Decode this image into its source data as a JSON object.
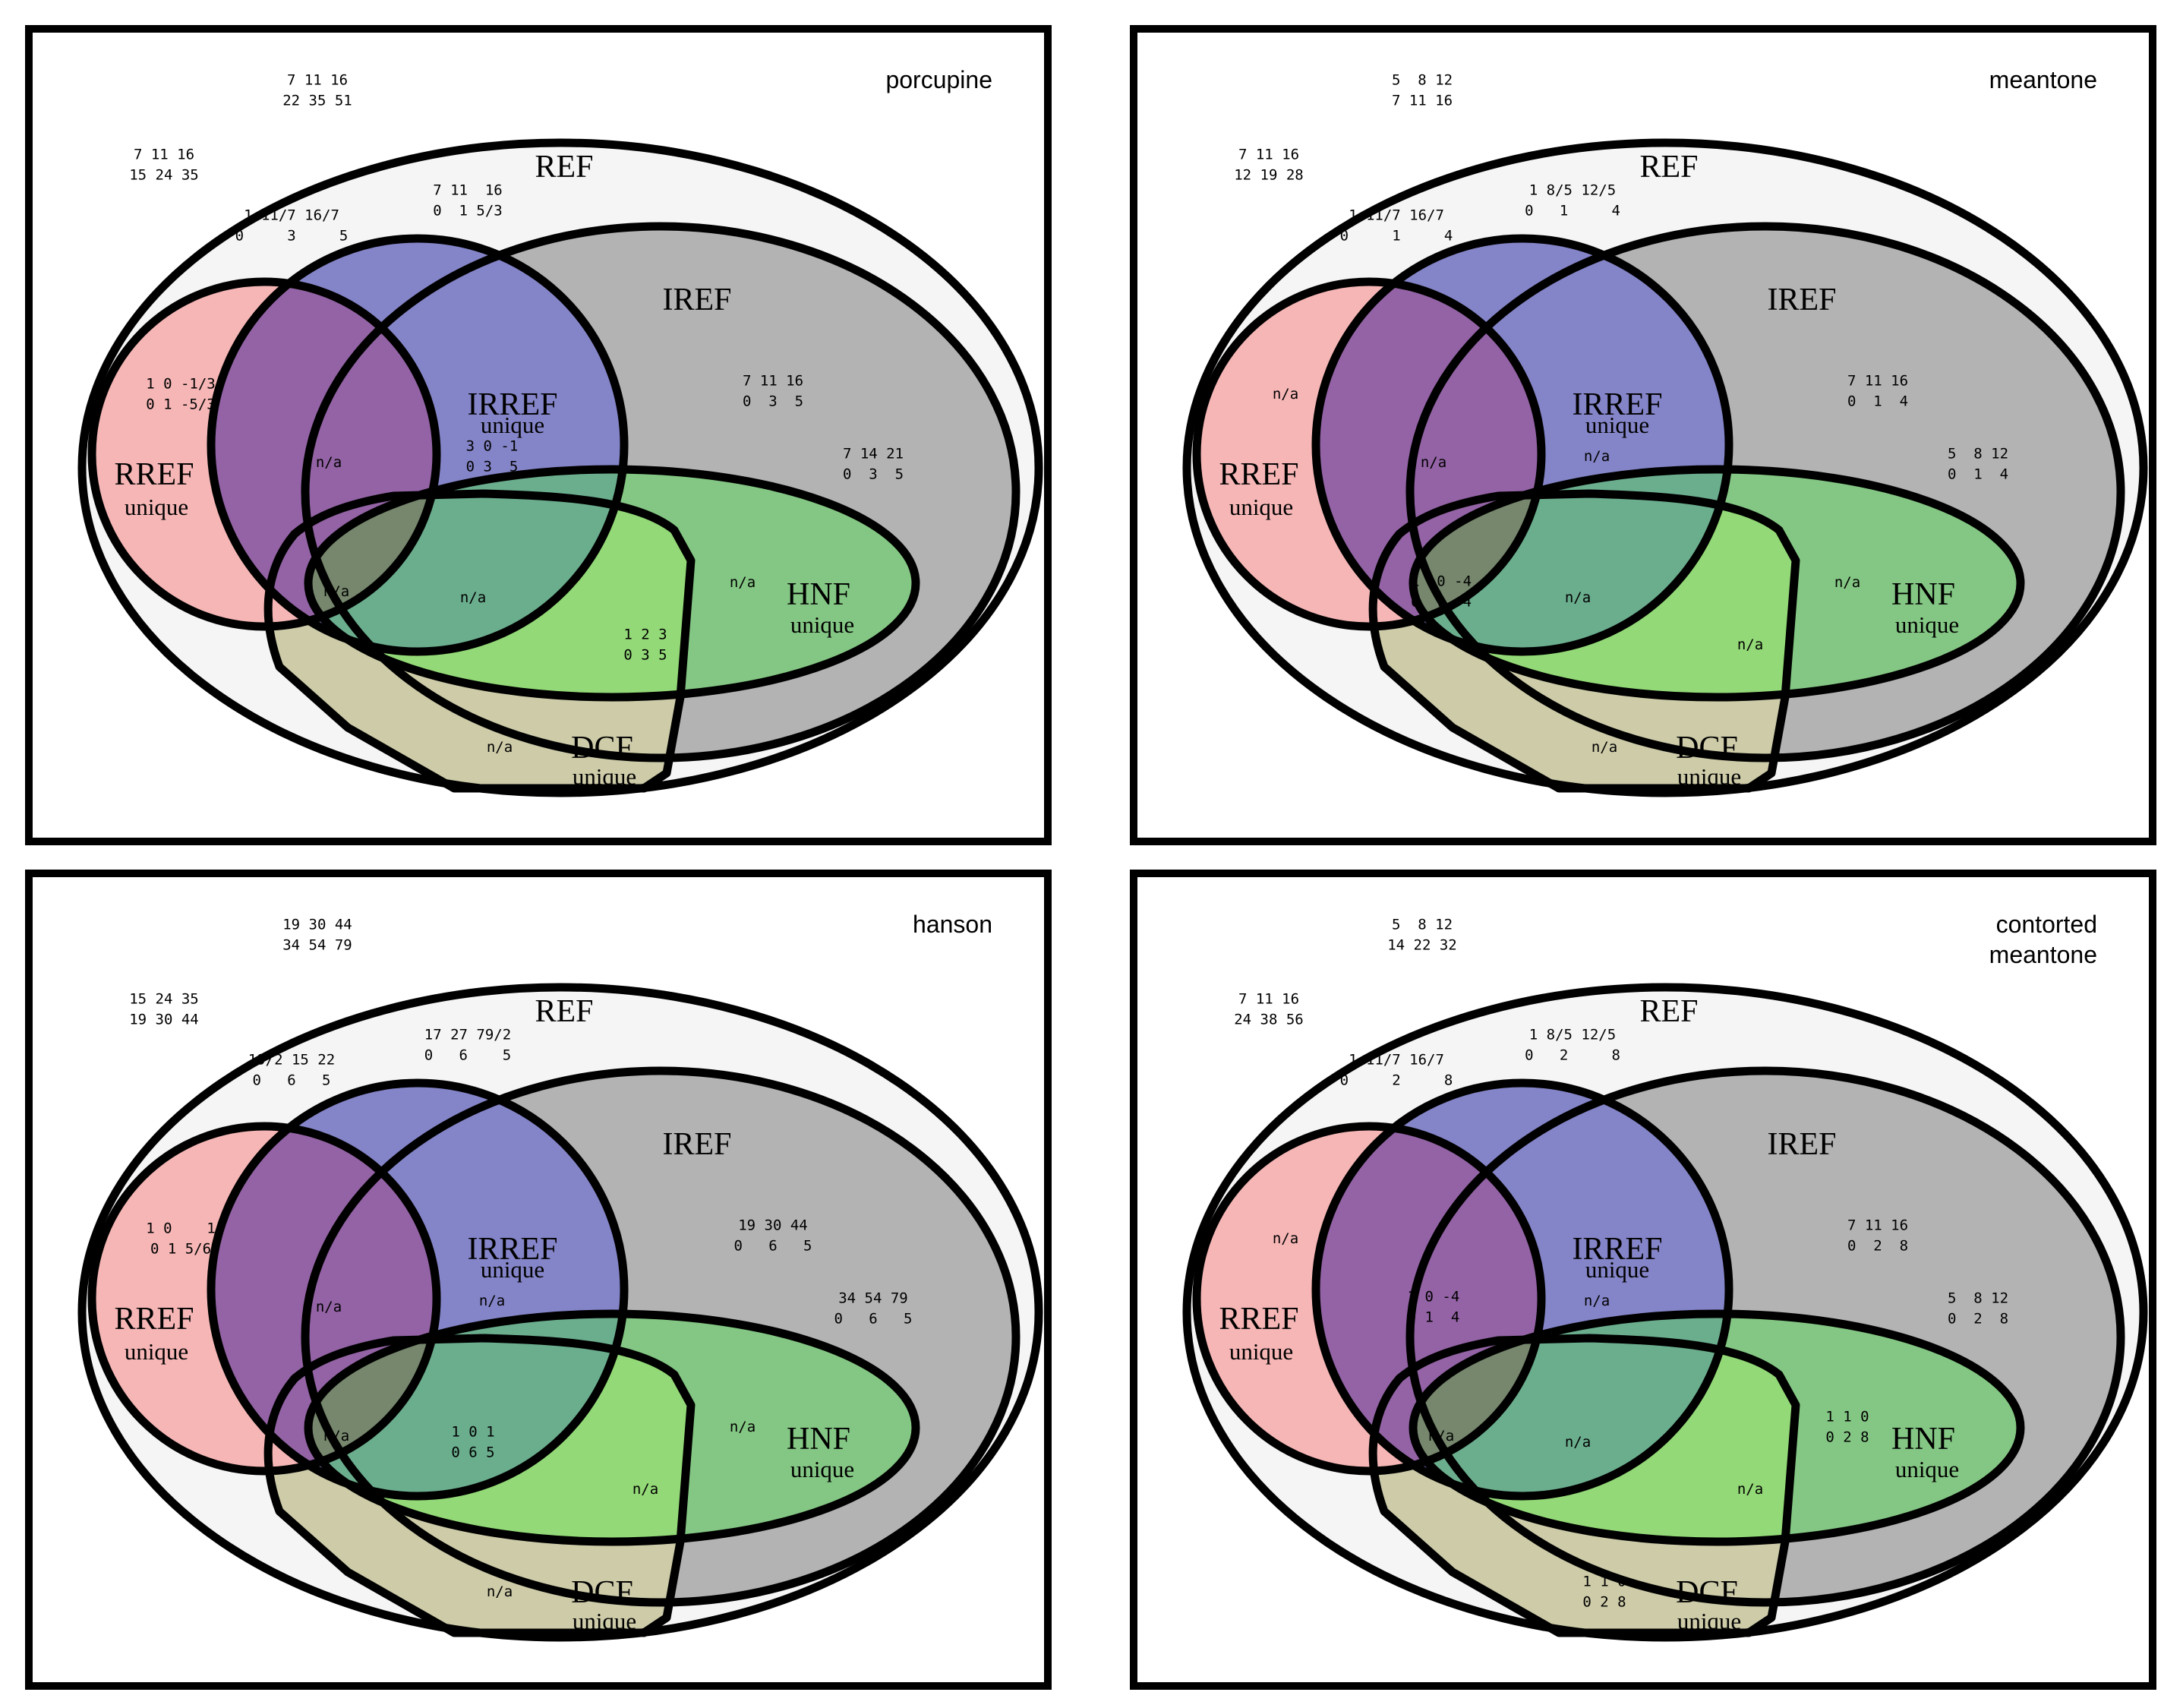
{
  "colors": {
    "ref": "#f5f5f5",
    "iref": "#b3b3b3",
    "rref": "#f6b6b6",
    "irref": "#8484c8",
    "rref_irref": "#9363a5",
    "hnf": "#84c784",
    "dcf": "#cdcba8",
    "hnf_dcf": "#93d977",
    "irref_hnf": "#6bae8e",
    "rref_irref_hnf": "#76876d"
  },
  "set_labels": {
    "ref": "REF",
    "iref": "IREF",
    "rref": "RREF",
    "irref": "IRREF",
    "hnf": "HNF",
    "dcf": "DCF",
    "unique": "unique"
  },
  "panels": [
    {
      "title": [
        "porcupine"
      ],
      "matrices": {
        "outside_a": [
          "7 11 16",
          "22 35 51"
        ],
        "outside_b": [
          "7 11 16",
          "15 24 35"
        ],
        "ref_a": [
          "7 11  16",
          "0  1 5/3"
        ],
        "ref_b": [
          "1 11/7 16/7",
          "0     3     5"
        ],
        "rref_only": [
          "1 0 -1/3",
          "0 1 -5/3"
        ],
        "rref_irref": [
          "n/a"
        ],
        "irref_only": [
          "3 0 -1",
          "0 3  5"
        ],
        "iref_a": [
          "7 11 16",
          "0  3  5"
        ],
        "iref_b": [
          "7 14 21",
          "0  3  5"
        ],
        "rref_irref_hnf": [
          "n/a"
        ],
        "irref_hnf": [
          "n/a"
        ],
        "hnf_dcf": [
          "1 2 3",
          "0 3 5"
        ],
        "hnf_only": [
          "n/a"
        ],
        "dcf_only": [
          "n/a"
        ]
      }
    },
    {
      "title": [
        "meantone"
      ],
      "matrices": {
        "outside_a": [
          "5  8 12",
          "7 11 16"
        ],
        "outside_b": [
          "7 11 16",
          "12 19 28"
        ],
        "ref_a": [
          "1 8/5 12/5",
          "0   1     4"
        ],
        "ref_b": [
          "1 11/7 16/7",
          "0     1     4"
        ],
        "rref_only": [
          "n/a"
        ],
        "rref_irref": [
          "n/a"
        ],
        "irref_only": [
          "n/a"
        ],
        "iref_a": [
          "7 11 16",
          "0  1  4"
        ],
        "iref_b": [
          "5  8 12",
          "0  1  4"
        ],
        "rref_irref_hnf": [
          "1  0 -4",
          "0  1  4"
        ],
        "irref_hnf": [
          "n/a"
        ],
        "hnf_dcf": [
          "n/a"
        ],
        "hnf_only": [
          "n/a"
        ],
        "dcf_only": [
          "n/a"
        ]
      }
    },
    {
      "title": [
        "hanson"
      ],
      "matrices": {
        "outside_a": [
          "19 30 44",
          "34 54 79"
        ],
        "outside_b": [
          "15 24 35",
          "19 30 44"
        ],
        "ref_a": [
          "17 27 79/2",
          "0   6    5"
        ],
        "ref_b": [
          "19/2 15 22",
          "0   6   5"
        ],
        "rref_only": [
          "1 0    1",
          "0 1 5/6"
        ],
        "rref_irref": [
          "n/a"
        ],
        "irref_only": [
          "n/a"
        ],
        "iref_a": [
          "19 30 44",
          "0   6   5"
        ],
        "iref_b": [
          "34 54 79",
          "0   6   5"
        ],
        "rref_irref_hnf": [
          "n/a"
        ],
        "irref_hnf": [
          "1 0 1",
          "0 6 5"
        ],
        "hnf_dcf": [
          "n/a"
        ],
        "hnf_only": [
          "n/a"
        ],
        "dcf_only": [
          "n/a"
        ]
      }
    },
    {
      "title": [
        "contorted",
        "meantone"
      ],
      "matrices": {
        "outside_a": [
          "5  8 12",
          "14 22 32"
        ],
        "outside_b": [
          "7 11 16",
          "24 38 56"
        ],
        "ref_a": [
          "1 8/5 12/5",
          "0   2     8"
        ],
        "ref_b": [
          "1 11/7 16/7",
          "0     2     8"
        ],
        "rref_only": [
          "n/a"
        ],
        "rref_irref": [
          "1 0 -4",
          "0 1  4"
        ],
        "irref_only": [
          "n/a"
        ],
        "iref_a": [
          "7 11 16",
          "0  2  8"
        ],
        "iref_b": [
          "5  8 12",
          "0  2  8"
        ],
        "rref_irref_hnf": [
          "n/a"
        ],
        "irref_hnf": [
          "n/a"
        ],
        "hnf_dcf": [
          "n/a"
        ],
        "hnf_only": [
          "1 1 0",
          "0 2 8"
        ],
        "dcf_only": [
          "1 1 0",
          "0 2 8"
        ]
      }
    }
  ]
}
